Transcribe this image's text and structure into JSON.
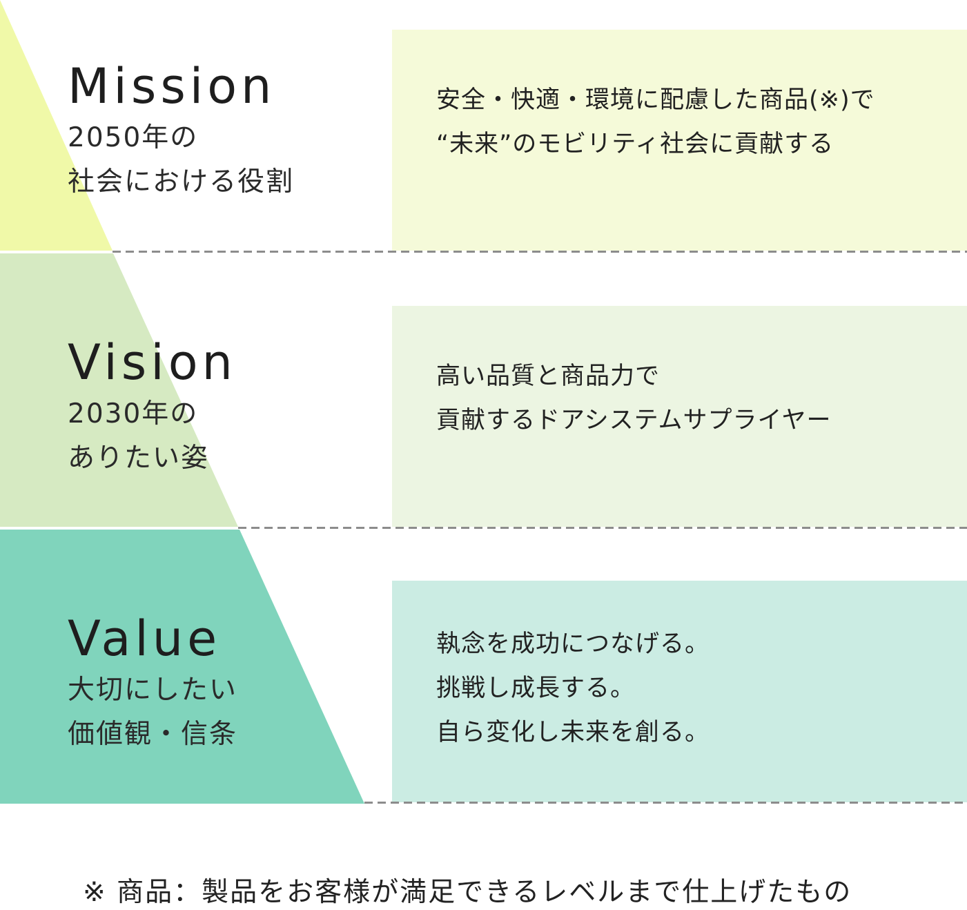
{
  "colors": {
    "mission_fill": "#f0f9a8",
    "mission_panel": "#f5fad9",
    "vision_fill": "#d6eac2",
    "vision_panel": "#ecf5e2",
    "value_fill": "#80d4bc",
    "value_panel": "#cbece3",
    "divider": "#8c8c8c"
  },
  "tiers": [
    {
      "title": "Mission",
      "subtitle_lines": [
        "2050年の",
        "社会における役割"
      ],
      "statement_lines": [
        "安全・快適・環境に配慮した商品(※)で",
        "“未来”のモビリティ社会に貢献する"
      ]
    },
    {
      "title": "Vision",
      "subtitle_lines": [
        "2030年の",
        "ありたい姿"
      ],
      "statement_lines": [
        "高い品質と商品力で",
        "貢献するドアシステムサプライヤー"
      ]
    },
    {
      "title": "Value",
      "subtitle_lines": [
        "大切にしたい",
        "価値観・信条"
      ],
      "statement_lines": [
        "執念を成功につなげる。",
        "挑戦し成長する。",
        "自ら変化し未来を創る。"
      ]
    }
  ],
  "footnote": "※ 商品：製品をお客様が満足できるレベルまで仕上げたもの"
}
